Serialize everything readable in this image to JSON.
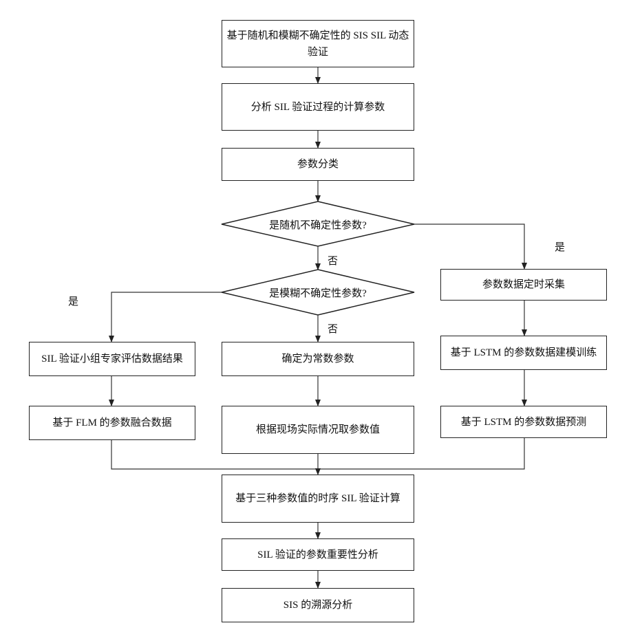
{
  "nodes": {
    "start": "基于随机和模糊不确定性的 SIS SIL 动态验证",
    "analyze": "分析 SIL 验证过程的计算参数",
    "classify": "参数分类",
    "decision_random": "是随机不确定性参数?",
    "decision_fuzzy": "是模糊不确定性参数?",
    "collect": "参数数据定时采集",
    "lstm_train": "基于 LSTM 的参数数据建模训练",
    "lstm_predict": "基于 LSTM 的参数数据预测",
    "expert": "SIL 验证小组专家评估数据结果",
    "flm": "基于 FLM 的参数融合数据",
    "constant": "确定为常数参数",
    "field_value": "根据现场实际情况取参数值",
    "timeseries": "基于三种参数值的时序 SIL 验证计算",
    "importance": "SIL 验证的参数重要性分析",
    "trace": "SIS 的溯源分析"
  },
  "labels": {
    "yes_random": "是",
    "no_random": "否",
    "yes_fuzzy": "是",
    "no_fuzzy": "否"
  }
}
